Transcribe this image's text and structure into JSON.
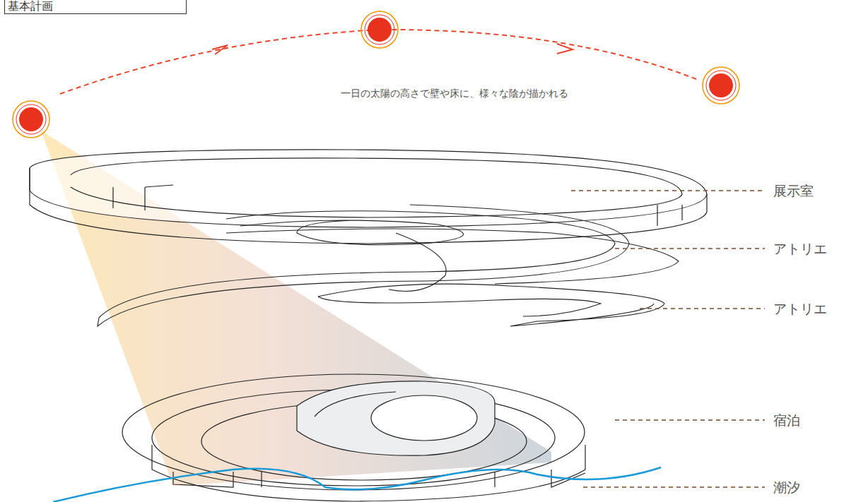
{
  "diagram": {
    "title": "基本計画",
    "labels": [
      "一日の太陽の高さで壁や床に、様々な陰が描かれる",
      "展示室",
      "アトリエ",
      "アトリエ",
      "宿泊",
      "潮汐"
    ]
  }
}
